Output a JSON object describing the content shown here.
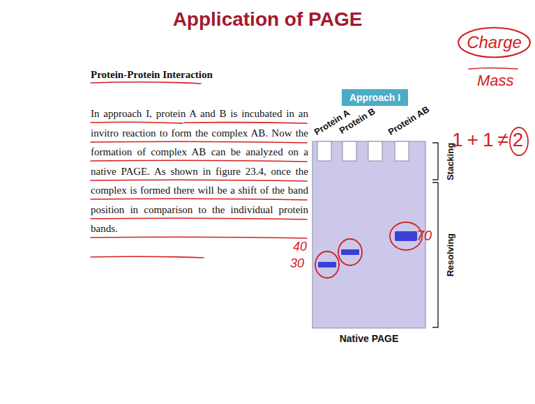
{
  "diagram": {
    "title": "Application of PAGE",
    "nodes": [
      {
        "text": [
          "Approach I"
        ]
      },
      {
        "text": [
          "Charge"
        ]
      }
    ],
    "labels": [
      "Protein-Protein Interaction",
      "In approach I, protein A and B is incubated in an invitro reaction to form the complex AB. Now the formation of complex AB can be analyzed on a native PAGE. As shown in figure 23.4, once the complex is formed there will be a shift of the band position in comparison to the individual protein bands.",
      "Protein A",
      "Protein B",
      "Protein AB",
      "Stacking",
      "Resolving",
      "Native PAGE",
      "Mass",
      "1+1≠2",
      "40",
      "30",
      "70"
    ]
  }
}
